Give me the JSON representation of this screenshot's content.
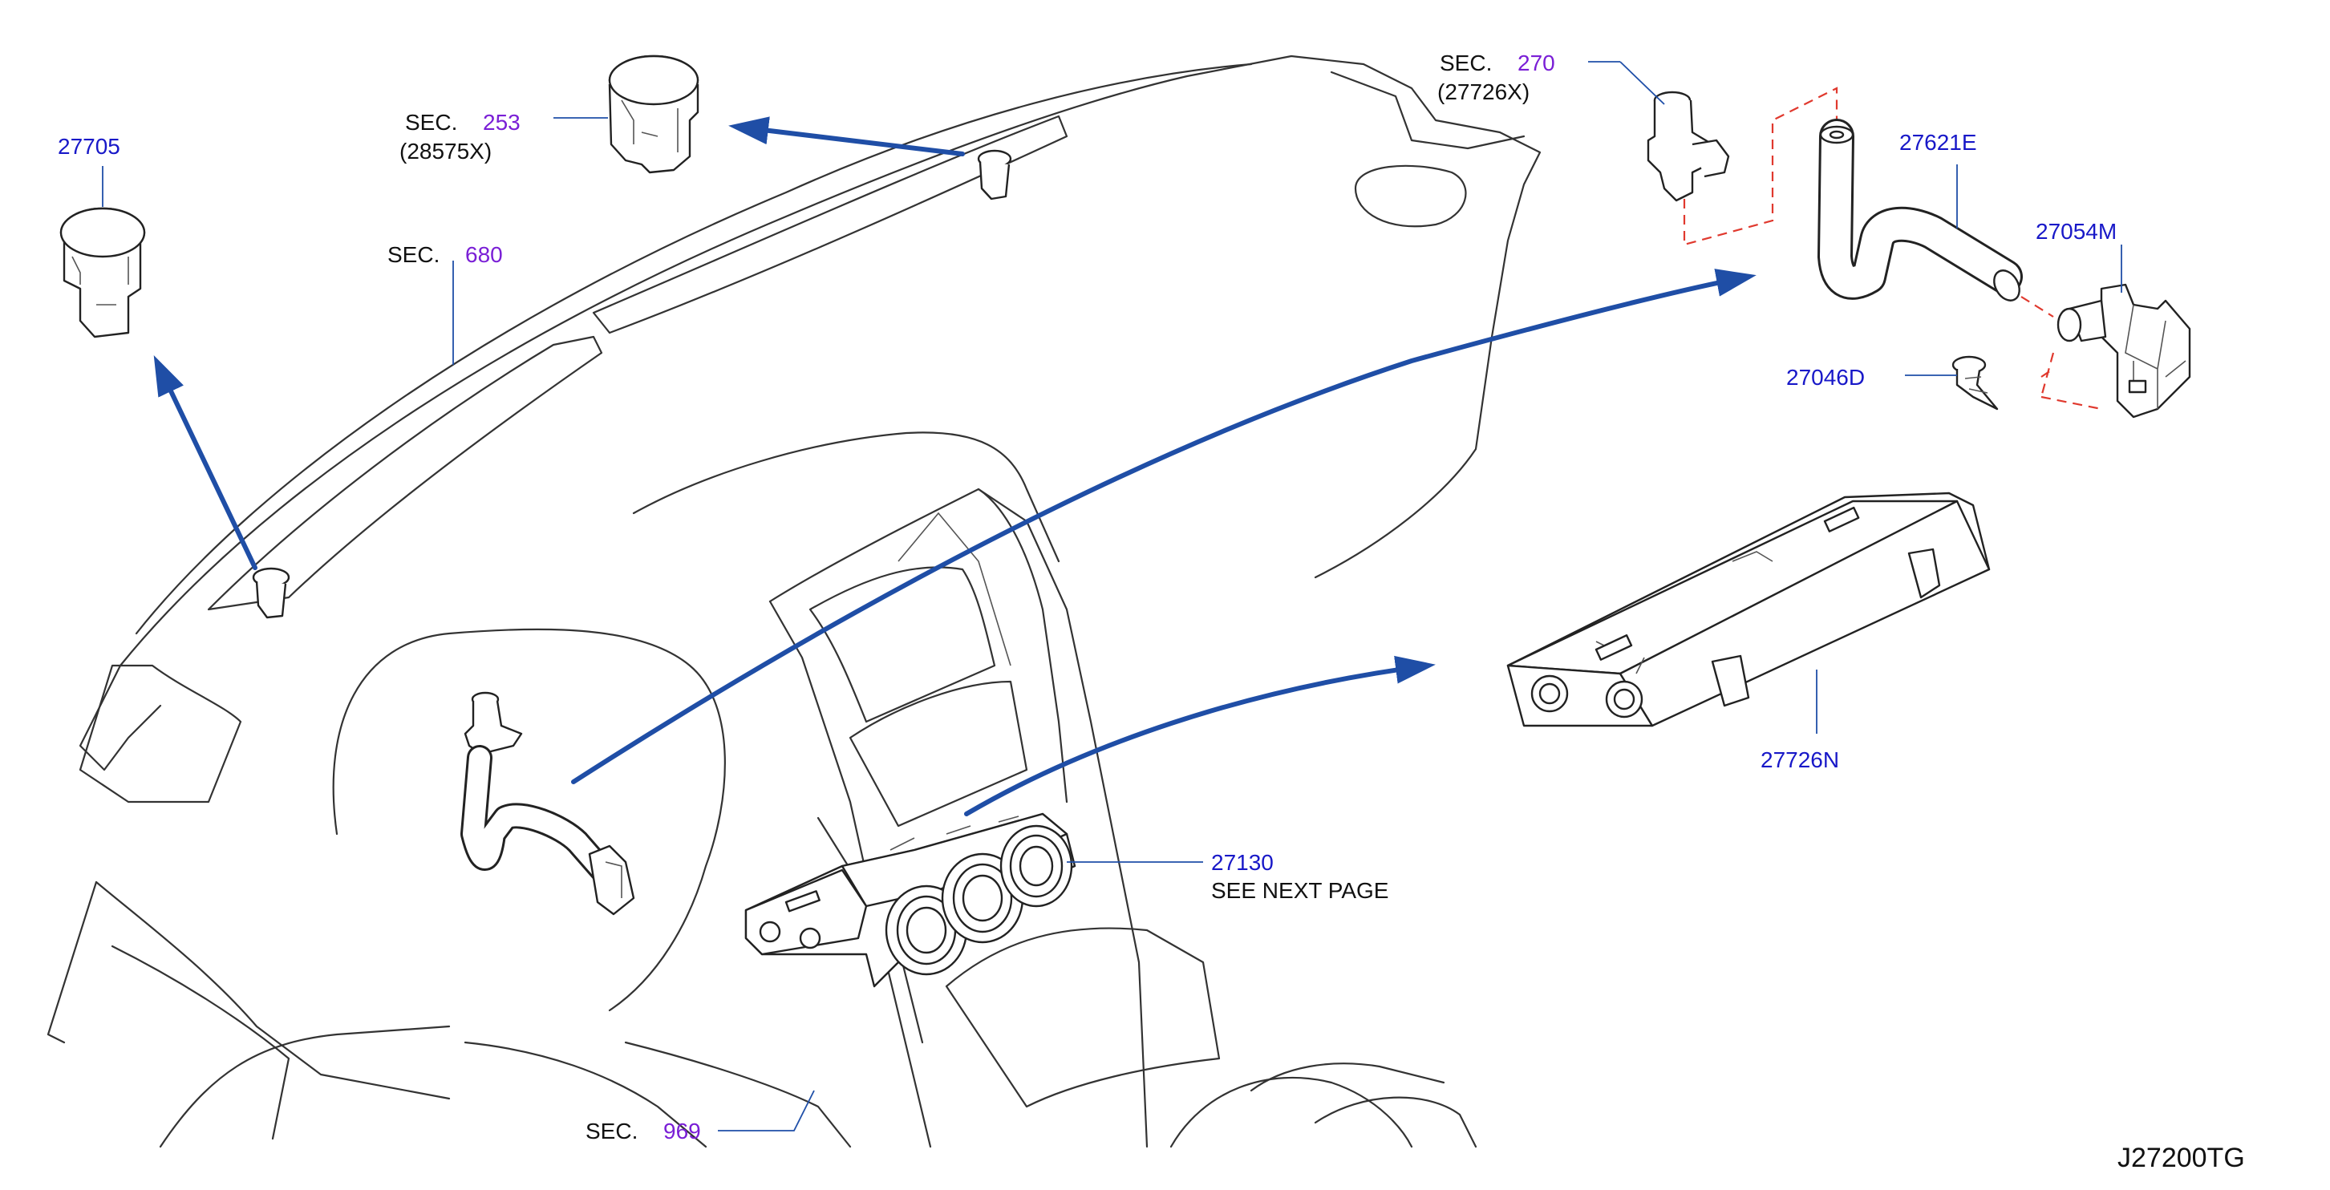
{
  "labels": {
    "p27705": "27705",
    "sec253": "SEC.",
    "sec253_num": "253",
    "sec253_sub": "(28575X)",
    "sec680": "SEC.",
    "sec680_num": "680",
    "sec270": "SEC.",
    "sec270_num": "270",
    "sec270_sub": "(27726X)",
    "p27621E": "27621E",
    "p27054M": "27054M",
    "p27046D": "27046D",
    "p27726N": "27726N",
    "p27130": "27130",
    "see_next": "SEE   NEXT   PAGE",
    "sec969": "SEC.",
    "sec969_num": "969",
    "diagram_code": "J27200TG"
  },
  "colors": {
    "part_number": "#1818c8",
    "section_number": "#7a1fd6",
    "arrow": "#1f4ea6",
    "dashed_connection": "#e0392e"
  }
}
